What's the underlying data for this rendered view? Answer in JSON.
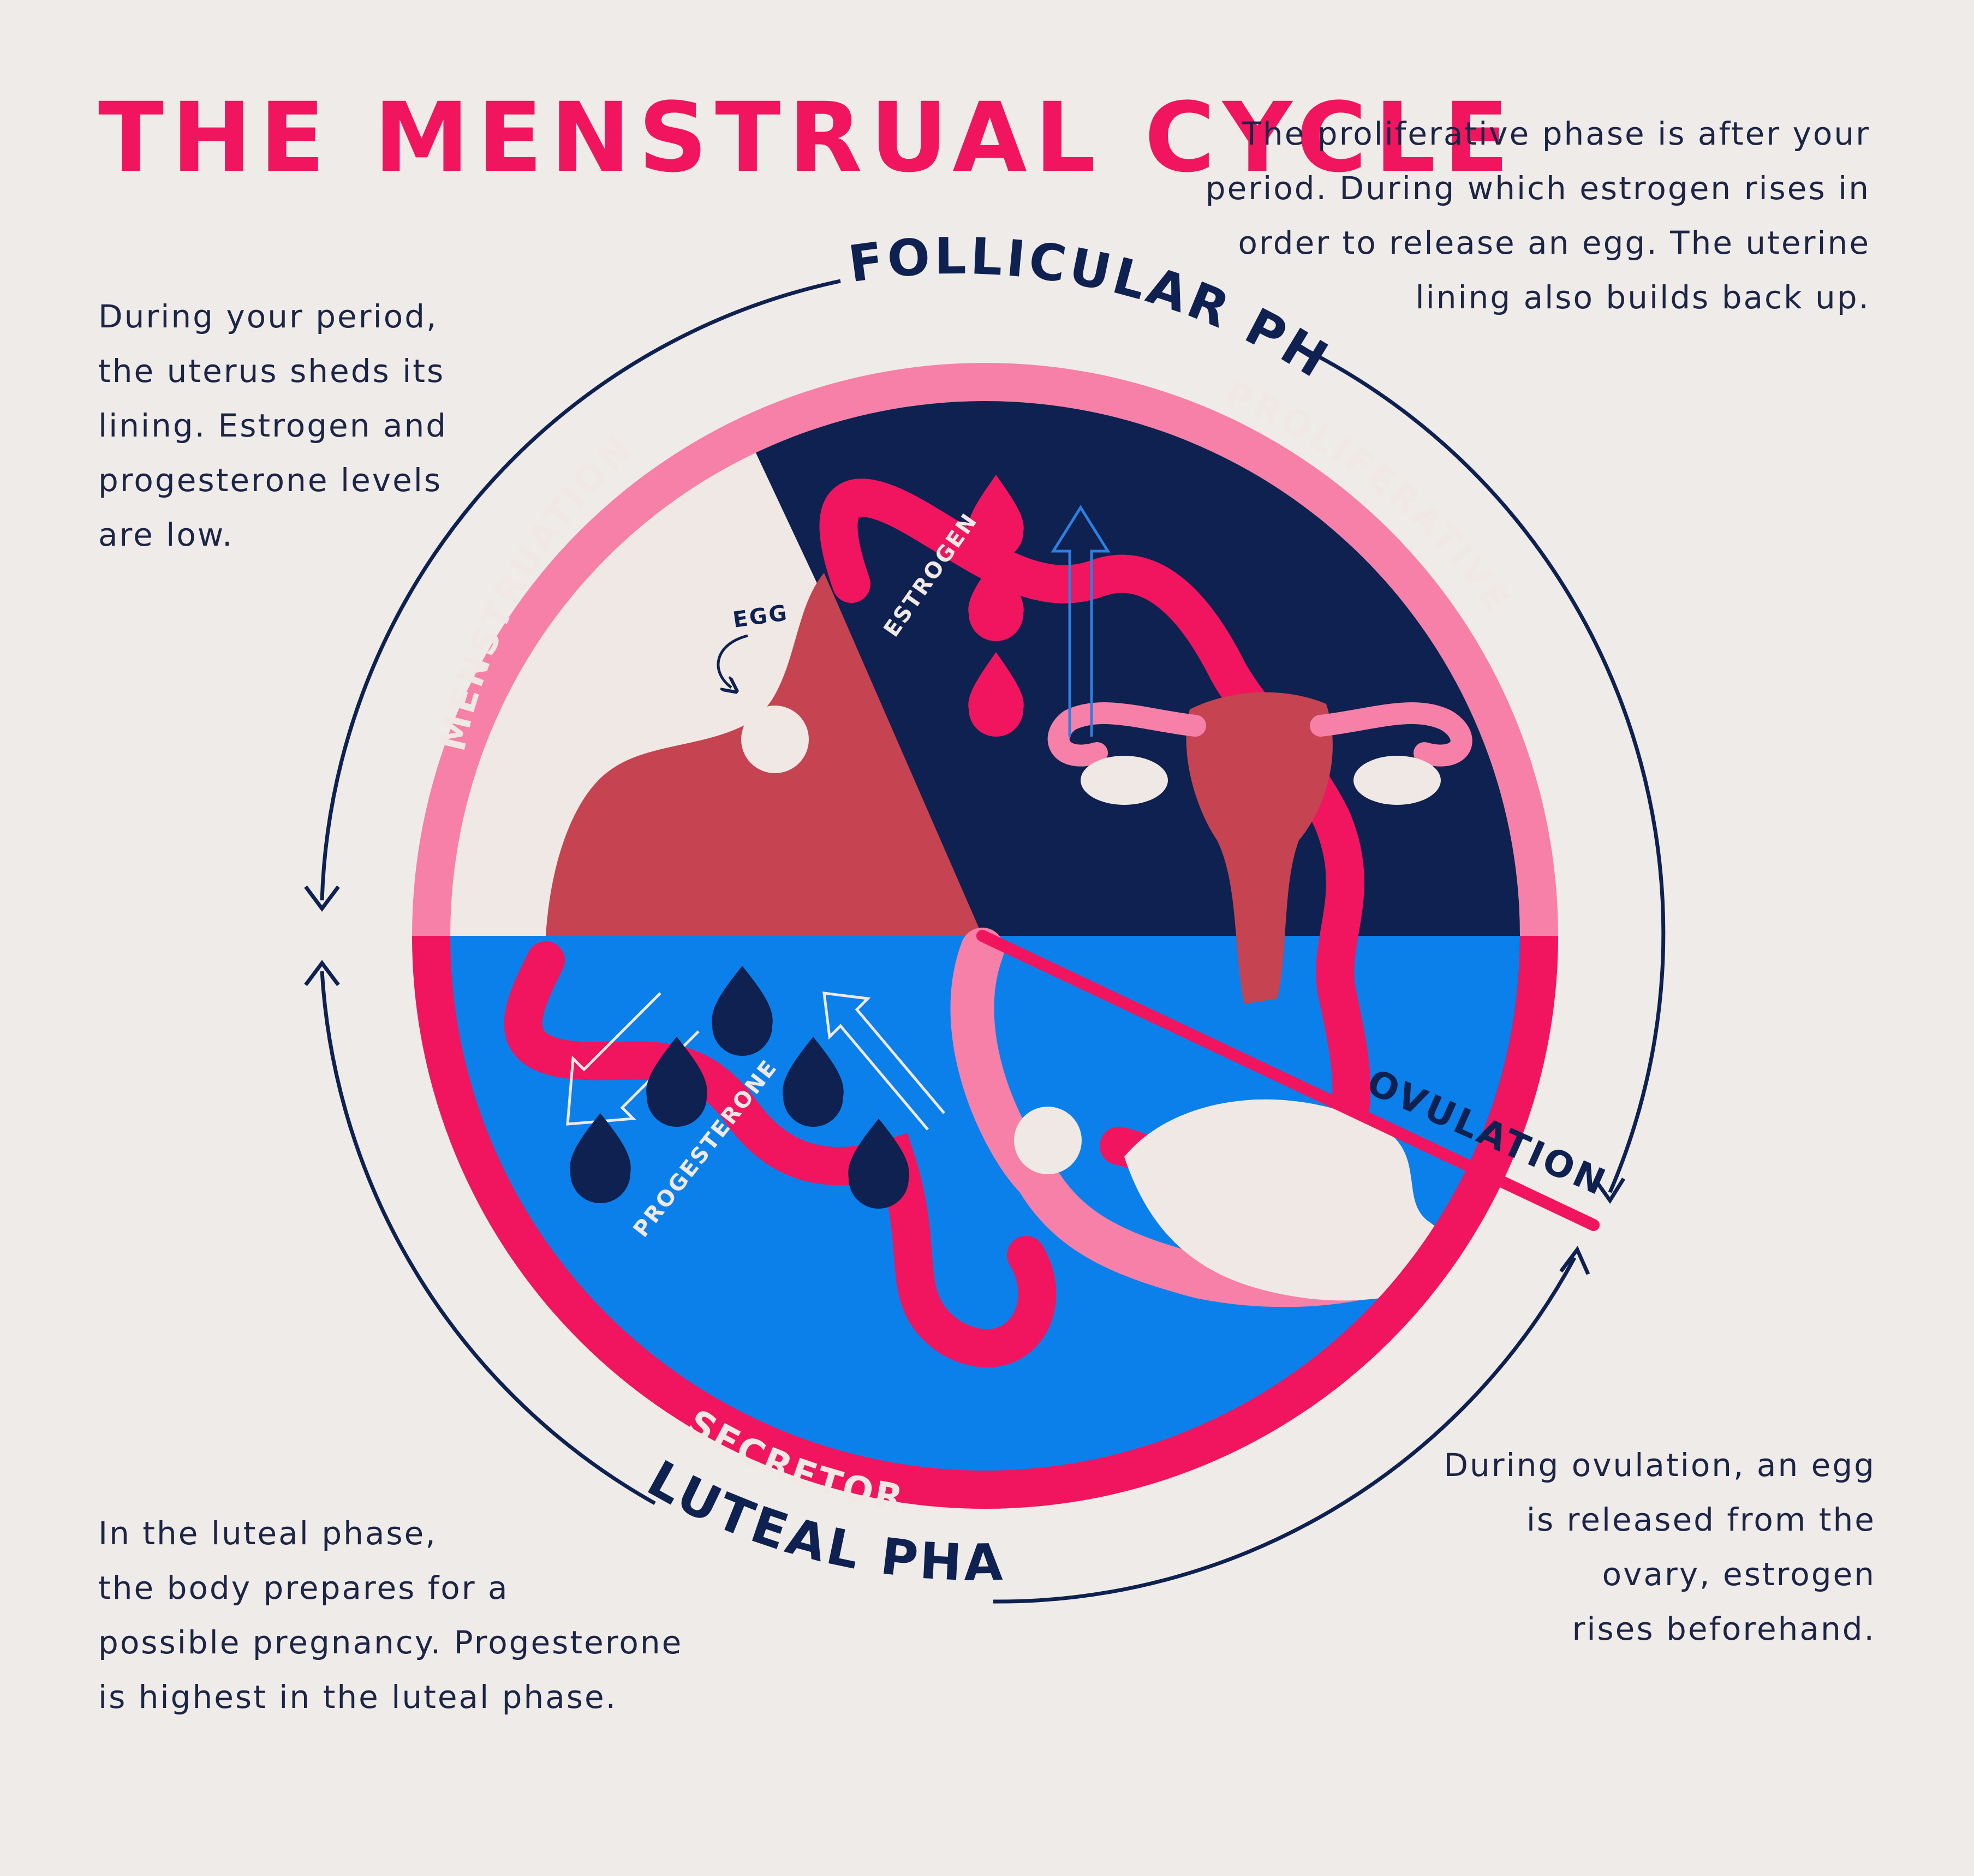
{
  "title": "THE MENSTRUAL CYCLE",
  "outer_labels": {
    "follicular": "FOLLICULAR PHASE",
    "luteal": "LUTEAL PHASE"
  },
  "ring_labels": {
    "menstruation": "MENSTRUATION",
    "proliferative": "PROLIFERATIVE",
    "ovulation": "OVULATION",
    "secretory": "SECRETORY"
  },
  "inner_labels": {
    "egg": "EGG",
    "estrogen": "ESTROGEN",
    "progesterone": "PROGESTERONE"
  },
  "descriptions": {
    "period": [
      "During your period,",
      "the uterus sheds its",
      "lining. Estrogen and",
      "progesterone levels",
      "are low."
    ],
    "proliferative": [
      "The proliferative phase is after your",
      "period. During which estrogen rises in",
      "order to release an egg.  The uterine",
      "lining also builds back up."
    ],
    "luteal": [
      "In the luteal phase,",
      "the body prepares for a",
      "possible pregnancy. Progesterone",
      "is highest in the luteal phase."
    ],
    "ovulation": [
      "During ovulation, an egg",
      "is released from the",
      "ovary, estrogen",
      "rises beforehand."
    ]
  },
  "colors": {
    "background": "#efebe8",
    "navy": "#0e2150",
    "pink_light": "#f680a8",
    "pink_hot": "#f0155e",
    "blue": "#0b80ea",
    "blood": "#c64351",
    "cream": "#efe8e4",
    "text": "#1c2546"
  }
}
